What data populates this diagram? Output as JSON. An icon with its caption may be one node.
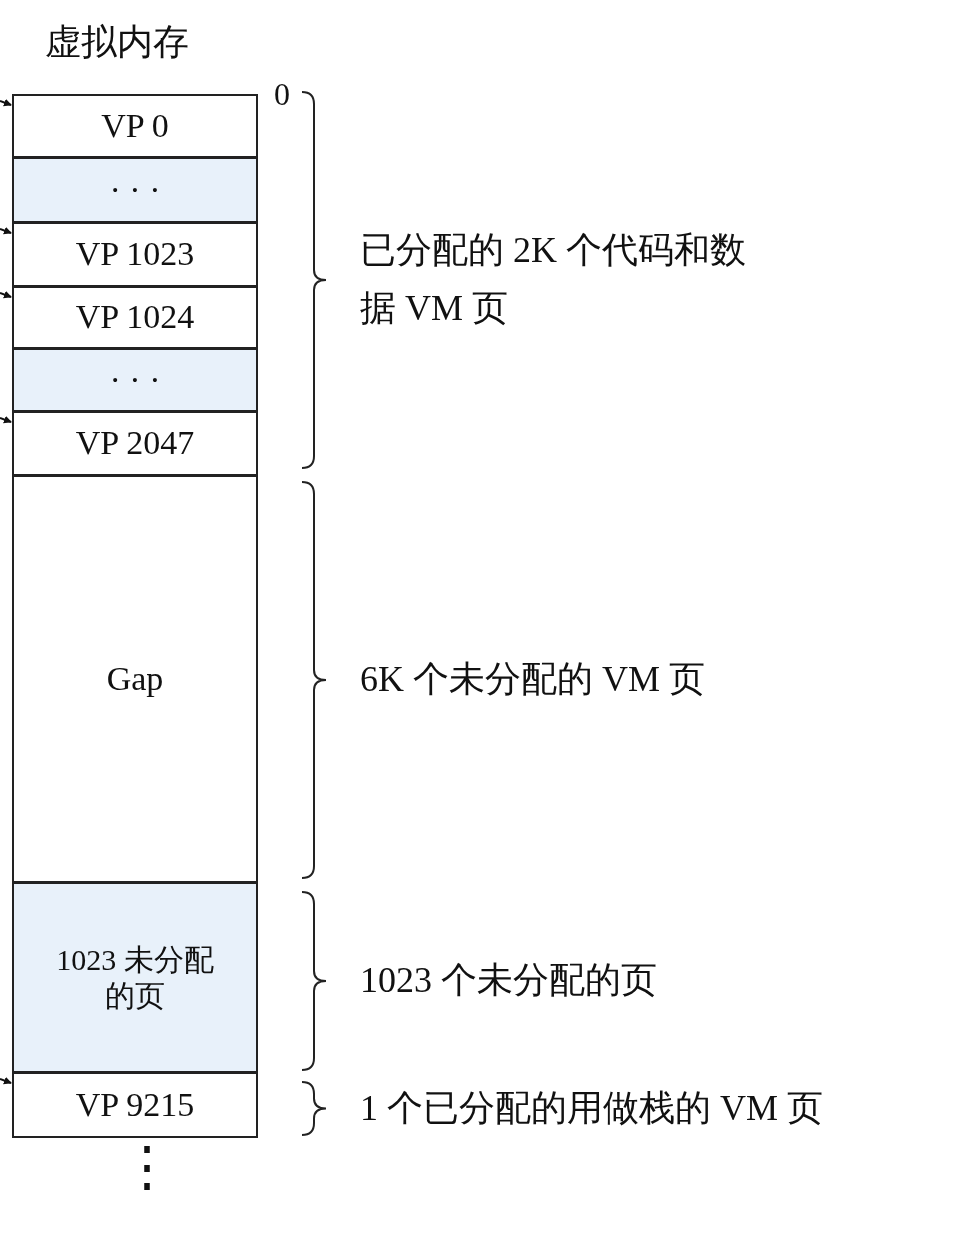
{
  "diagram": {
    "title": "虚拟内存",
    "nodes": [
      {
        "text": [
          "VP 0"
        ]
      },
      {
        "text": [
          "· · ·"
        ]
      },
      {
        "text": [
          "VP 1023"
        ]
      },
      {
        "text": [
          "VP 1024"
        ]
      },
      {
        "text": [
          "· · ·"
        ]
      },
      {
        "text": [
          "VP 2047"
        ]
      },
      {
        "text": [
          "Gap"
        ]
      },
      {
        "text": [
          "1023 未分配的页"
        ]
      },
      {
        "text": [
          "VP 9215"
        ]
      }
    ],
    "edges": [
      {
        "from": null,
        "to": 0,
        "arrow": "to"
      },
      {
        "from": null,
        "to": 2,
        "arrow": "to"
      },
      {
        "from": null,
        "to": 3,
        "arrow": "to"
      },
      {
        "from": null,
        "to": 5,
        "arrow": "to"
      },
      {
        "from": null,
        "to": 8,
        "arrow": "to"
      }
    ],
    "labels": [
      "0",
      "已分配的 2K 个代码和数据 VM 页",
      "6K 个未分配的 VM 页",
      "1023 个未分配的页",
      "1 个已分配的用做栈的 VM 页",
      "⋮"
    ]
  }
}
